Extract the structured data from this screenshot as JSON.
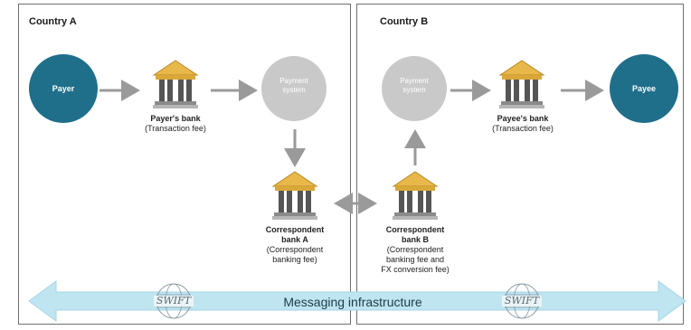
{
  "panels": {
    "left_title": "Country A",
    "right_title": "Country B"
  },
  "nodes": {
    "payer": "Payer",
    "payee": "Payee",
    "payment_system_a": [
      "Payment",
      "system"
    ],
    "payment_system_b": [
      "Payment",
      "system"
    ],
    "payers_bank": {
      "title": "Payer's bank",
      "fee": "(Transaction fee)"
    },
    "payees_bank": {
      "title": "Payee's bank",
      "fee": "(Transaction fee)"
    },
    "correspondent_a": {
      "title": [
        "Correspondent",
        "bank A"
      ],
      "fee": [
        "(Correspondent",
        "banking fee)"
      ]
    },
    "correspondent_b": {
      "title": [
        "Correspondent",
        "bank B"
      ],
      "fee": [
        "(Correspondent",
        "banking fee and",
        "FX conversion fee)"
      ]
    }
  },
  "band": {
    "label": "Messaging infrastructure",
    "logo_text": "SWIFT"
  },
  "colors": {
    "party_circle": "#1f6f8b",
    "system_circle": "#c9c9c9",
    "arrow": "#9a9a9a",
    "band": "#bfe5f0",
    "bank_roof": "#e8b84b",
    "bank_body": "#555555"
  }
}
